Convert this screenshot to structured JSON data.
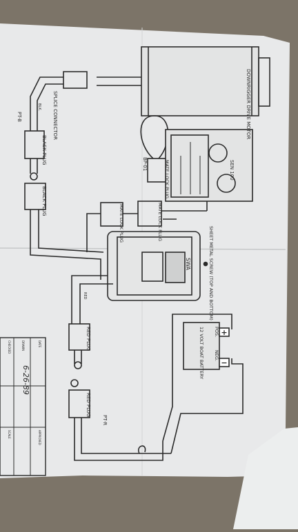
{
  "diagram": {
    "components": {
      "motor": "DOWNRIGGER DRIVE MOTOR",
      "splice": "SPLICE CONNECTOR",
      "black_plug_top": "BLACK PLUG",
      "pt_b": "PT-B",
      "mate_lock_loop": "MATE LOCK PLUG",
      "bp_01": "BP-01",
      "sen": "SEN 100",
      "black_plug_mid": "BLACK PLUG",
      "mate_lock_1": "MATE LOCK PLUG",
      "mate_lock_2": "MATE LOCK PLUG",
      "sheet_metal": "SHEET METAL SCREW (TOP AND BOTTOM)",
      "swa": "SWA",
      "pos": "POS.",
      "battery": "12 VOLT BOAT BATTERY",
      "neg": "NEG.",
      "red_plug_1": "RED PLUG",
      "red_plug_2": "RED PLUG",
      "pt_r": "PT-R",
      "wire_blk": "BLK.",
      "wire_red": "RED"
    },
    "title_block": {
      "signature": "6-26-89",
      "notes": [
        "DRAWN",
        "CHECKED",
        "APPROVED",
        "SCALE",
        "DATE"
      ]
    }
  },
  "colors": {
    "background": "#7c7468",
    "paper": "#e8e9e9",
    "ink": "#2a2a2a"
  }
}
